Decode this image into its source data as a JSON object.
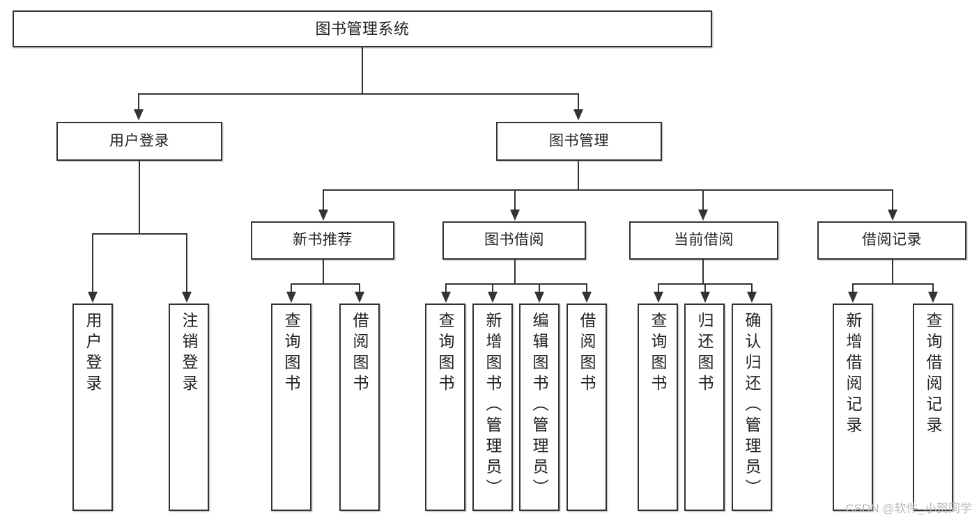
{
  "diagram": {
    "type": "tree",
    "title": "图书管理系统",
    "watermark": "CSDN @软件_小贺同学",
    "colors": {
      "line": "#333333",
      "box_border": "#333333",
      "box_fill": "#ffffff",
      "text": "#222222",
      "watermark": "#b9b9b9"
    },
    "root": {
      "label": "图书管理系统"
    },
    "level1": [
      {
        "label": "用户登录"
      },
      {
        "label": "图书管理"
      }
    ],
    "level2": [
      {
        "label": "新书推荐"
      },
      {
        "label": "图书借阅"
      },
      {
        "label": "当前借阅"
      },
      {
        "label": "借阅记录"
      }
    ],
    "leaves": {
      "user_login": [
        {
          "label": "用户登录"
        },
        {
          "label": "注销登录"
        }
      ],
      "new_book": [
        {
          "label": "查询图书"
        },
        {
          "label": "借阅图书"
        }
      ],
      "borrow": [
        {
          "label": "查询图书"
        },
        {
          "label": "新增图书（管理员）"
        },
        {
          "label": "编辑图书（管理员）"
        },
        {
          "label": "借阅图书"
        }
      ],
      "current": [
        {
          "label": "查询图书"
        },
        {
          "label": "归还图书"
        },
        {
          "label": "确认归还（管理员）"
        }
      ],
      "records": [
        {
          "label": "新增借阅记录"
        },
        {
          "label": "查询借阅记录"
        }
      ]
    }
  }
}
